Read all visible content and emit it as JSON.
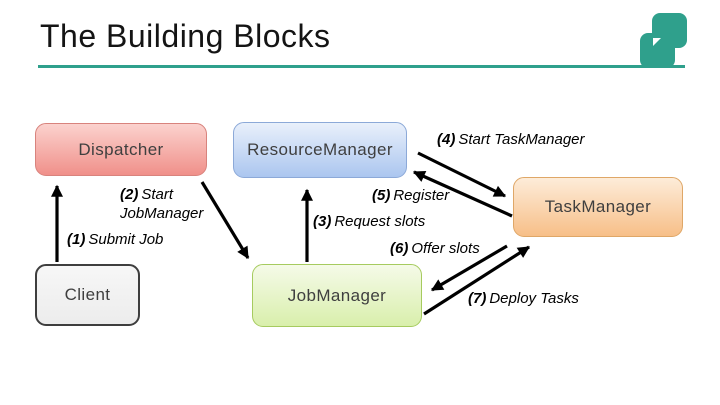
{
  "slide": {
    "title": "The Building Blocks",
    "accent_color": "#2fa08c"
  },
  "nodes": {
    "dispatcher": {
      "label": "Dispatcher"
    },
    "resource_manager": {
      "label": "ResourceManager"
    },
    "task_manager": {
      "label": "TaskManager"
    },
    "client": {
      "label": "Client"
    },
    "job_manager": {
      "label": "JobManager"
    }
  },
  "edges": [
    {
      "num": "(1)",
      "label": "Submit Job"
    },
    {
      "num": "(2)",
      "label": "Start JobManager"
    },
    {
      "num": "(3)",
      "label": "Request slots"
    },
    {
      "num": "(4)",
      "label": "Start TaskManager"
    },
    {
      "num": "(5)",
      "label": "Register"
    },
    {
      "num": "(6)",
      "label": "Offer slots"
    },
    {
      "num": "(7)",
      "label": "Deploy Tasks"
    }
  ],
  "colors": {
    "dispatcher_fill": "#f0908a",
    "resource_manager_fill": "#abc6ef",
    "task_manager_fill": "#f7bf88",
    "job_manager_fill": "#d9efac",
    "client_fill": "#ececec",
    "arrow": "#000000"
  }
}
